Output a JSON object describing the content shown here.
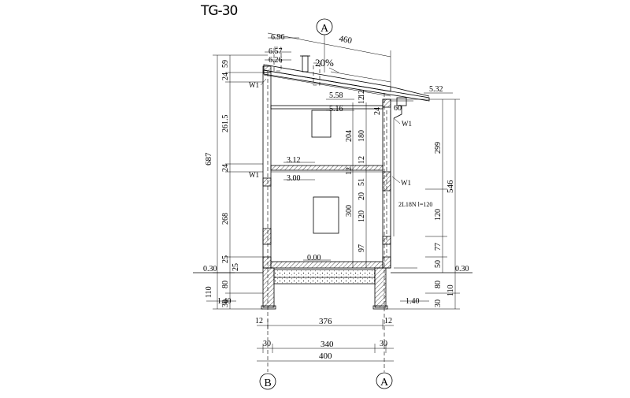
{
  "title": "TG-30",
  "pitch": "20%",
  "grid": {
    "left": "B",
    "right": "A",
    "top": "A"
  },
  "window_tag": "W1",
  "beam_note": "2L18N l=120",
  "levels": {
    "ridge_top": "6.96",
    "ridge": "6.57",
    "eave_left": "6.26",
    "ceiling_top": "5.58",
    "ceiling": "5.16",
    "eave_right": "5.32",
    "floor2_top": "3.12",
    "floor2": "3.00",
    "ground_floor": "0.00",
    "grade_left": "0.30",
    "grade_right": "0.30",
    "footing_left": "1.40",
    "footing_right": "1.40"
  },
  "dims": {
    "roof_length": "460",
    "overhang": "60",
    "total_height": "687",
    "left_segments": [
      "59",
      "24",
      "261.5",
      "24",
      "268",
      "25",
      "25",
      "80",
      "30"
    ],
    "left_foundation": "110",
    "inner_left": [
      "204",
      "300"
    ],
    "inner_mid": [
      "12",
      "180",
      "12",
      "12",
      "51",
      "20",
      "120",
      "97"
    ],
    "right_total": "546",
    "right_segments": [
      "299",
      "120",
      "77",
      "50",
      "80",
      "30"
    ],
    "right_foundation": "110",
    "right_top": "24",
    "right_top2": "12",
    "bottom_row1": [
      "12",
      "376",
      "12"
    ],
    "bottom_row2": [
      "30",
      "340",
      "30"
    ],
    "bottom_row3": [
      "400"
    ]
  }
}
